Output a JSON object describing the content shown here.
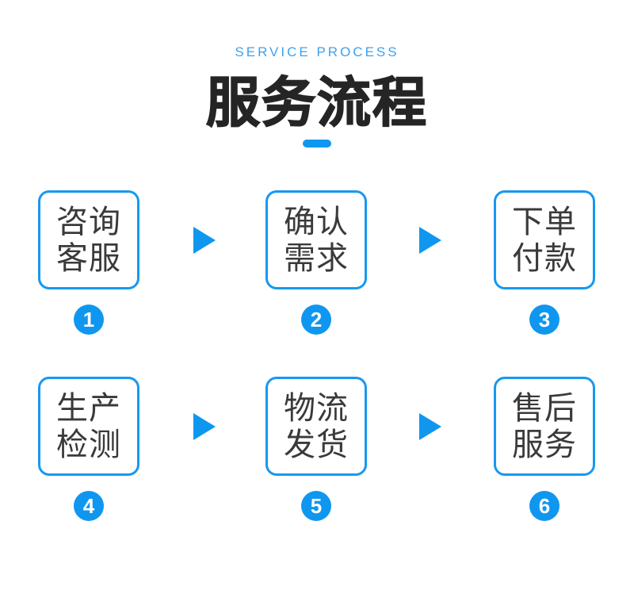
{
  "header": {
    "subtitle": "SERVICE PROCESS",
    "title": "服务流程"
  },
  "steps": [
    {
      "number": "1",
      "line1": "咨询",
      "line2": "客服"
    },
    {
      "number": "2",
      "line1": "确认",
      "line2": "需求"
    },
    {
      "number": "3",
      "line1": "下单",
      "line2": "付款"
    },
    {
      "number": "4",
      "line1": "生产",
      "line2": "检测"
    },
    {
      "number": "5",
      "line1": "物流",
      "line2": "发货"
    },
    {
      "number": "6",
      "line1": "售后",
      "line2": "服务"
    }
  ],
  "icons": {
    "arrow": "right-triangle-icon"
  },
  "colors": {
    "accent": "#0f97f0",
    "subtitle_blue": "#3fa0ee",
    "box_border": "#1898f0",
    "title_text": "#252525",
    "label_text": "#3a3a3a",
    "background": "#ffffff"
  }
}
